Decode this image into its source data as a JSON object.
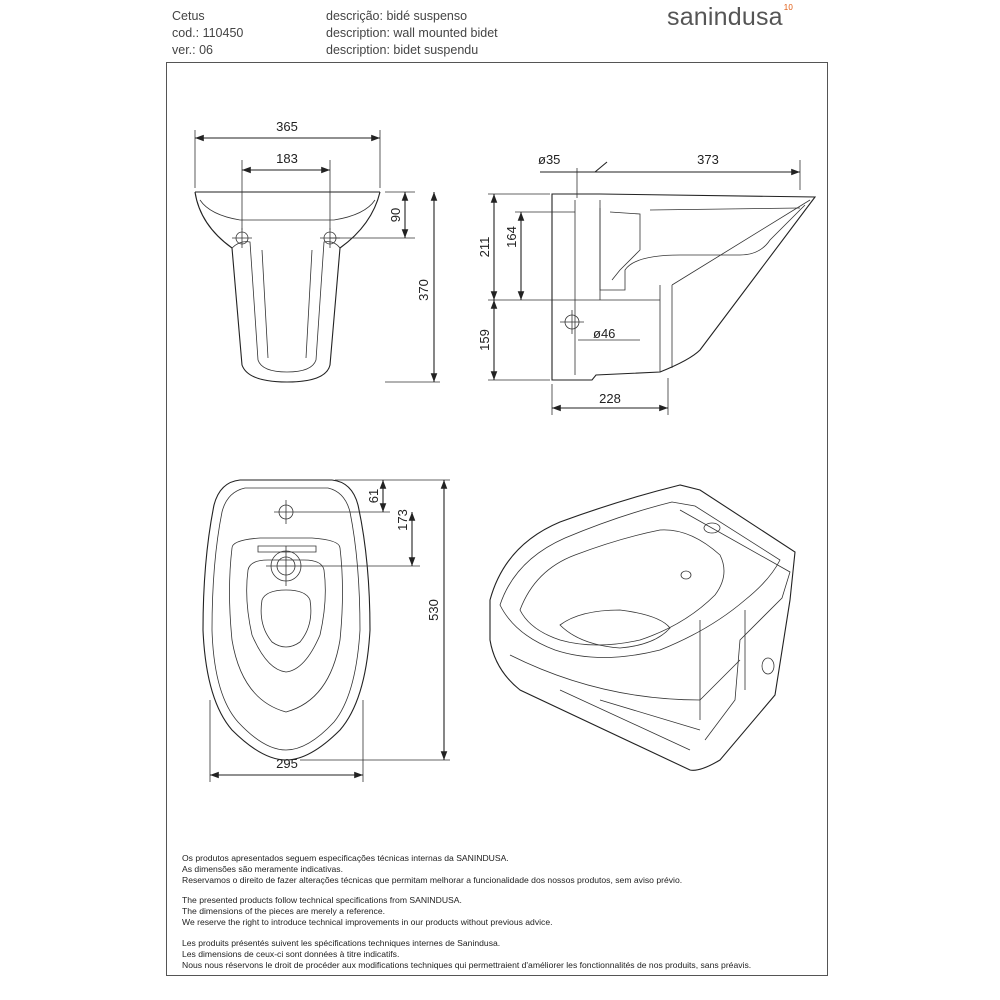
{
  "header": {
    "left": [
      "Cetus",
      "cod.: 110450",
      "ver.: 06"
    ],
    "middle": [
      "descrição: bidé suspenso",
      "description: wall mounted bidet",
      "description: bidet suspendu"
    ]
  },
  "logo": {
    "text": "sanindusa",
    "mark": "10"
  },
  "dimensions": {
    "front_width": "365",
    "front_holes": "183",
    "front_depth90": "90",
    "front_height": "370",
    "side_pipe": "ø35",
    "side_length": "373",
    "side_211": "211",
    "side_164": "164",
    "side_159": "159",
    "side_drain": "ø46",
    "side_228": "228",
    "top_61": "61",
    "top_173": "173",
    "top_530": "530",
    "top_width": "295"
  },
  "notes": {
    "pt": [
      "Os produtos apresentados seguem especificações técnicas internas da SANINDUSA.",
      "As dimensões são meramente indicativas.",
      "Reservamos o direito de fazer alterações técnicas que permitam melhorar a funcionalidade dos nossos produtos, sem aviso prévio."
    ],
    "en": [
      "The presented products follow technical specifications from SANINDUSA.",
      "The dimensions of the pieces are merely a reference.",
      "We reserve the right to introduce technical improvements in our products without previous advice."
    ],
    "fr": [
      "Les produits présentés suivent les spécifications techniques internes de Sanindusa.",
      "Les dimensions de ceux-ci sont données à titre indicatifs.",
      "Nous nous réservons le droit de procéder aux modifications techniques qui permettraient d'améliorer les fonctionnalités de nos produits, sans préavis."
    ]
  }
}
